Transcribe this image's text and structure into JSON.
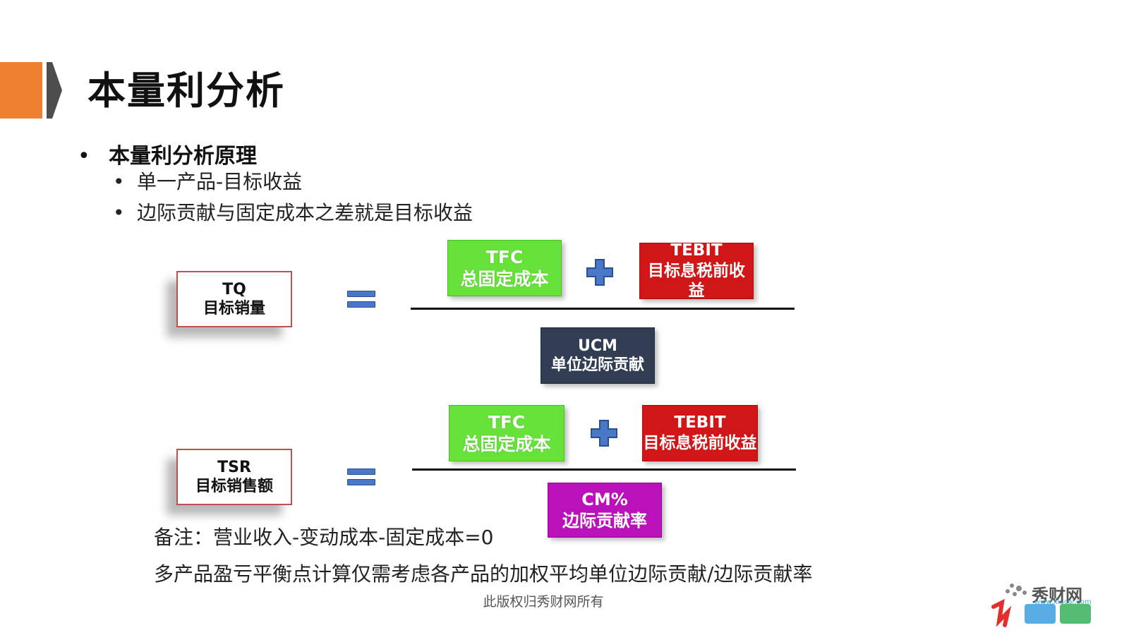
{
  "title": "本量利分析",
  "section_heading": "本量利分析原理",
  "sub_bullets": [
    "单一产品-目标收益",
    "边际贡献与固定成本之差就是目标收益"
  ],
  "formula1": {
    "left": {
      "code": "TQ",
      "label": "目标销量"
    },
    "num1": {
      "code": "TFC",
      "label": "总固定成本"
    },
    "num2": {
      "code": "TEBIT",
      "label": "目标息税前收益"
    },
    "den": {
      "code": "UCM",
      "label": "单位边际贡献"
    }
  },
  "formula2": {
    "left": {
      "code": "TSR",
      "label": "目标销售额"
    },
    "num1": {
      "code": "TFC",
      "label": "总固定成本"
    },
    "num2": {
      "code": "TEBIT",
      "label": "目标息税前收益"
    },
    "den": {
      "code": "CM%",
      "label": "边际贡献率"
    }
  },
  "notes": [
    "备注：营业收入-变动成本-固定成本=0",
    "多产品盈亏平衡点计算仅需考虑各产品的加权平均单位边际贡献/边际贡献率"
  ],
  "copyright": "此版权归秀财网所有",
  "logo": {
    "name": "秀财网",
    "url": "www.xiucai.com"
  },
  "colors": {
    "accent_orange": "#ef8032",
    "green_box": "#66e23a",
    "red_box": "#d01616",
    "navy_box": "#313d52",
    "purple_box": "#bb11bb",
    "operator_blue": "#4a78c8"
  }
}
